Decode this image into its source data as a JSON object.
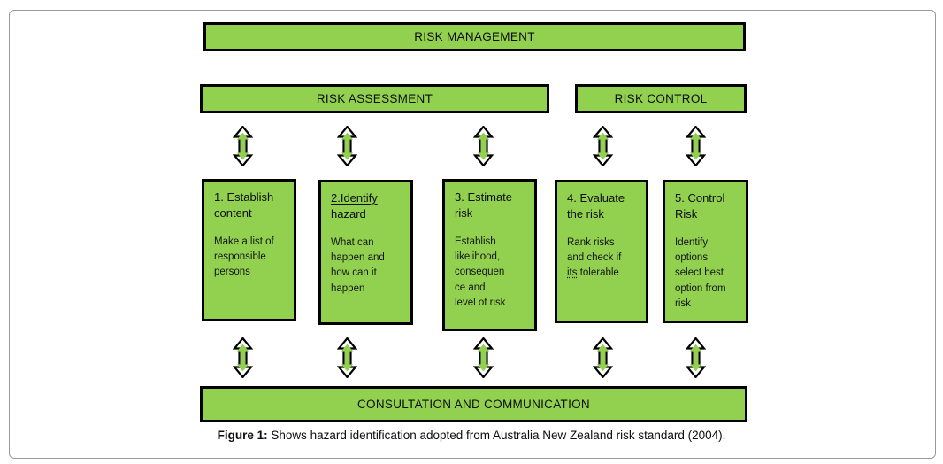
{
  "palette": {
    "box_fill": "#92d050",
    "box_border": "#000000",
    "frame_border": "#9a9a9a",
    "arrow_fill": "#92d050"
  },
  "top_box": {
    "label": "RISK MANAGEMENT"
  },
  "assessment_box": {
    "label": "RISK ASSESSMENT"
  },
  "control_box": {
    "label": "RISK CONTROL"
  },
  "steps": [
    {
      "heading": "1. Establish\ncontent",
      "body": "Make a list of\nresponsible\npersons"
    },
    {
      "heading_underlined": "2.Identify",
      "heading_rest": "\nhazard",
      "body": "What can\nhappen and\nhow can it\nhappen"
    },
    {
      "heading": "3. Estimate\nrisk",
      "body": "Establish\nlikelihood,\nconsequen\nce and\nlevel of risk"
    },
    {
      "heading": "4. Evaluate\nthe risk",
      "body_before": "Rank risks\nand check if\n",
      "body_underlined": "its",
      "body_after": " tolerable"
    },
    {
      "heading": "5. Control\nRisk",
      "body": "Identify\noptions\nselect best\noption from\nrisk"
    }
  ],
  "bottom_box": {
    "label": "CONSULTATION AND COMMUNICATION"
  },
  "caption": {
    "prefix": "Figure 1:",
    "text": " Shows hazard identification adopted from Australia New Zealand risk standard (2004)."
  },
  "icons": {
    "double_arrow": "double-headed vertical arrow"
  }
}
